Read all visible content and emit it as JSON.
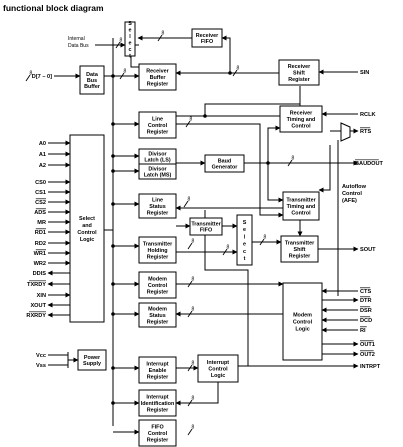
{
  "title": "functional block diagram",
  "bus_label": "8",
  "internal_bus_label": [
    "Internal",
    "Data Bus"
  ],
  "blocks": {
    "data_bus_buffer": [
      "Data",
      "Bus",
      "Buffer"
    ],
    "select_top": [
      "S",
      "e",
      "l",
      "e",
      "c",
      "t"
    ],
    "receiver_fifo": [
      "Receiver",
      "FIFO"
    ],
    "receiver_buffer_register": [
      "Receiver",
      "Buffer",
      "Register"
    ],
    "receiver_shift_register": [
      "Receiver",
      "Shift",
      "Register"
    ],
    "receiver_timing_control": [
      "Receiver",
      "Timing and",
      "Control"
    ],
    "line_control_register": [
      "Line",
      "Control",
      "Register"
    ],
    "divisor_latch_ls": [
      "Divisor",
      "Latch (LS)"
    ],
    "divisor_latch_ms": [
      "Divisor",
      "Latch (MS)"
    ],
    "baud_generator": [
      "Baud",
      "Generator"
    ],
    "select_control_logic": [
      "Select",
      "and",
      "Control",
      "Logic"
    ],
    "transmitter_timing_control": [
      "Transmitter",
      "Timing and",
      "Control"
    ],
    "line_status_register": [
      "Line",
      "Status",
      "Register"
    ],
    "transmitter_fifo": [
      "Transmitter",
      "FIFO"
    ],
    "select_mid": [
      "S",
      "e",
      "l",
      "e",
      "c",
      "t"
    ],
    "transmitter_holding_register": [
      "Transmitter",
      "Holding",
      "Register"
    ],
    "transmitter_shift_register": [
      "Transmitter",
      "Shift",
      "Register"
    ],
    "modem_control_register": [
      "Modem",
      "Control",
      "Register"
    ],
    "modem_control_logic": [
      "Modem",
      "Control",
      "Logic"
    ],
    "modem_status_register": [
      "Modem",
      "Status",
      "Register"
    ],
    "power_supply": [
      "Power",
      "Supply"
    ],
    "interrupt_enable_register": [
      "Interrupt",
      "Enable",
      "Register"
    ],
    "interrupt_control_logic": [
      "Interrupt",
      "Control",
      "Logic"
    ],
    "interrupt_identification_register": [
      "Interrupt",
      "Identification",
      "Register"
    ],
    "fifo_control_register": [
      "FIFO",
      "Control",
      "Register"
    ],
    "autoflow_control": [
      "Autoflow",
      "Control",
      "(AFE)"
    ]
  },
  "left_pins": {
    "d_bus": "D[7 – 0]",
    "address": [
      "A0",
      "A1",
      "A2"
    ],
    "chip_select": [
      "CS0",
      "CS1",
      "CS2",
      "ADS",
      "MR",
      "RD1",
      "RD2",
      "WR1",
      "WR2",
      "DDIS",
      "TXRDY",
      "XIN",
      "XOUT",
      "RXRDY"
    ],
    "vcc": "Vcc",
    "vss": "Vss"
  },
  "right_pins": {
    "sin": "SIN",
    "rclk": "RCLK",
    "rts": "RTS",
    "baudout": "BAUDOUT",
    "sout": "SOUT",
    "modem": [
      "CTS",
      "DTR",
      "DSR",
      "DCD",
      "RI",
      "OUT1",
      "OUT2"
    ],
    "intrpt": "INTRPT"
  },
  "overlined_pins": [
    "CS2",
    "ADS",
    "RD1",
    "WR1",
    "TXRDY",
    "RXRDY",
    "RTS",
    "BAUDOUT",
    "CTS",
    "DTR",
    "DSR",
    "DCD",
    "RI",
    "OUT1",
    "OUT2"
  ]
}
